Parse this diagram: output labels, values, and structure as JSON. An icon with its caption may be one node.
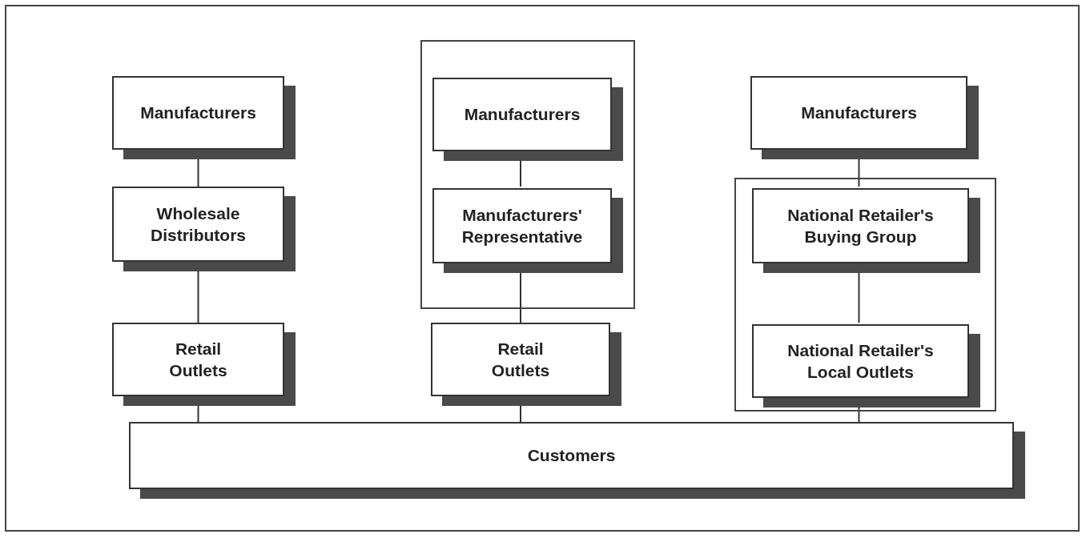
{
  "diagram": {
    "nodes": [
      {
        "text": [
          "Manufacturers"
        ]
      },
      {
        "text": [
          "Wholesale Distributors"
        ]
      },
      {
        "text": [
          "Retail Outlets"
        ]
      },
      {
        "text": [],
        "shape": "box"
      },
      {
        "text": [
          "Manufacturers"
        ],
        "in": 3
      },
      {
        "text": [
          "Manufacturers' Representative"
        ],
        "in": 3
      },
      {
        "text": [
          "Retail Outlets"
        ]
      },
      {
        "text": [
          "Manufacturers"
        ]
      },
      {
        "text": [],
        "shape": "box"
      },
      {
        "text": [
          "National Retailer's Buying Group"
        ],
        "in": 8
      },
      {
        "text": [
          "National Retailer's Local Outlets"
        ],
        "in": 8
      },
      {
        "text": [
          "Customers"
        ]
      }
    ],
    "edges": [
      {
        "from": 0,
        "to": 1,
        "arrow": "none"
      },
      {
        "from": 1,
        "to": 2,
        "arrow": "none"
      },
      {
        "from": 2,
        "to": 11,
        "arrow": "none"
      },
      {
        "from": 4,
        "to": 5,
        "arrow": "none"
      },
      {
        "from": 5,
        "to": 6,
        "arrow": "none"
      },
      {
        "from": 6,
        "to": 11,
        "arrow": "none"
      },
      {
        "from": 7,
        "to": 9,
        "arrow": "none"
      },
      {
        "from": 9,
        "to": 10,
        "arrow": "none"
      },
      {
        "from": 10,
        "to": 11,
        "arrow": "none"
      }
    ]
  }
}
